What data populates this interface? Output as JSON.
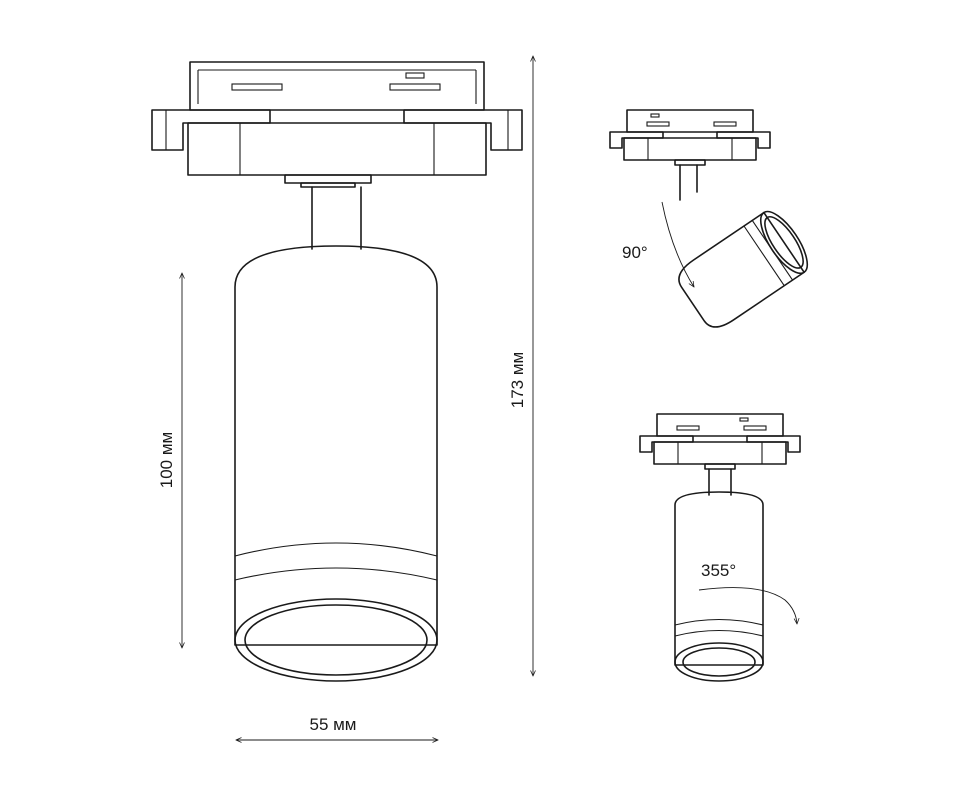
{
  "dimensions": {
    "height_body": "100 мм",
    "height_total": "173 мм",
    "width": "55 мм"
  },
  "rotations": {
    "tilt": "90°",
    "swivel": "355°"
  }
}
